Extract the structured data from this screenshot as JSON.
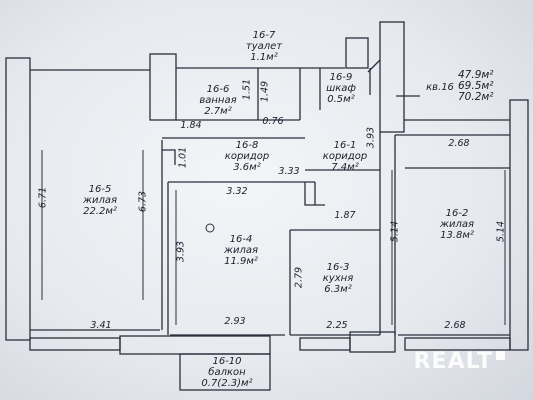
{
  "rooms": [
    {
      "id": "16-5",
      "name": "жилая",
      "area": "22.2м²"
    },
    {
      "id": "16-6",
      "name": "ванная",
      "area": "2.7м²"
    },
    {
      "id": "16-7",
      "name": "туалет",
      "area": "1.1м²"
    },
    {
      "id": "16-9",
      "name": "шкаф",
      "area": "0.5м²"
    },
    {
      "id": "16-8",
      "name": "коридор",
      "area": "3.6м²"
    },
    {
      "id": "16-1",
      "name": "коридор",
      "area": "7.4м²"
    },
    {
      "id": "16-4",
      "name": "жилая",
      "area": "11.9м²"
    },
    {
      "id": "16-3",
      "name": "кухня",
      "area": "6.3м²"
    },
    {
      "id": "16-2",
      "name": "жилая",
      "area": "13.8м²"
    },
    {
      "id": "16-10",
      "name": "балкон",
      "area": "0.7(2.3)м²"
    }
  ],
  "apartment": {
    "label": "кв.16",
    "areas": [
      "47.9м²",
      "69.5м²",
      "70.2м²"
    ]
  },
  "dimensions": {
    "d671a": "6.71",
    "d673": "6.73",
    "d341": "3.41",
    "d151": "1.51",
    "d149": "1.49",
    "d184": "1.84",
    "d076": "0.76",
    "d101": "1.01",
    "d333": "3.33",
    "d393a": "3.93",
    "d268a": "2.68",
    "d332": "3.32",
    "d393b": "3.93",
    "d187": "1.87",
    "d279": "2.79",
    "d514a": "5.14",
    "d514b": "5.14",
    "d293": "2.93",
    "d225": "2.25",
    "d268b": "2.68"
  },
  "watermark": {
    "text": "REALT"
  },
  "colors": {
    "line": "#2a2f3d",
    "bg": "#eceff3",
    "watermark": "#ffffff"
  }
}
